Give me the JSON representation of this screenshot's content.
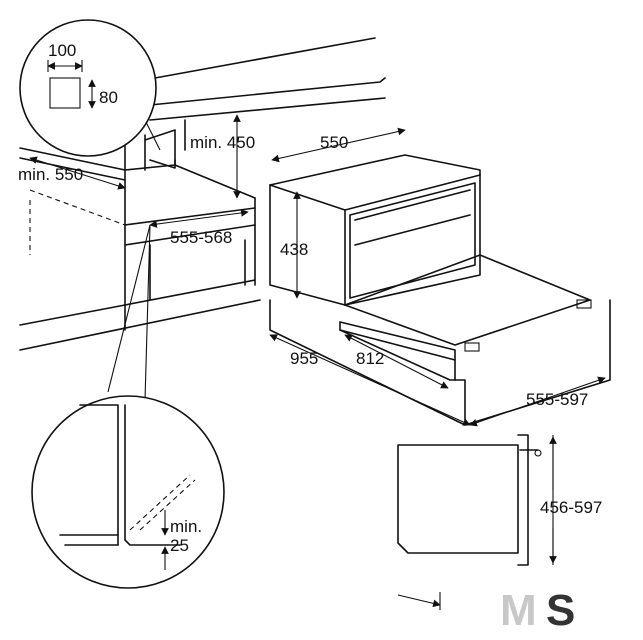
{
  "dimensions": {
    "vent_width": "100",
    "vent_height": "80",
    "min_clearance_top": "min. 450",
    "oven_width_top": "550",
    "niche_width": "min. 550",
    "niche_depth": "555-568",
    "oven_height": "438",
    "rail_depth": "955",
    "rail_extension": "812",
    "cabinet_depth_range": "555-597",
    "cabinet_height_range": "456-597",
    "min_label": "min.",
    "min_gap": "25"
  },
  "logo": {
    "text_m": "M",
    "text_s": "S",
    "color_m": "#c8c8c8",
    "color_s": "#333333"
  }
}
